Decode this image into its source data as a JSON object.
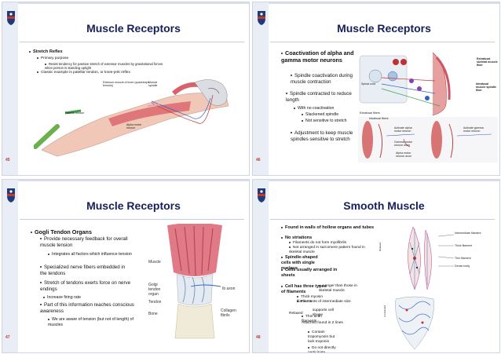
{
  "slides": [
    {
      "number": "45",
      "title": "Muscle Receptors",
      "bullets": [
        "Stretch Reflex",
        "Primary purpose",
        "Resist tendency for passive stretch of extensor muscles by gravitational forces when person is standing upright",
        "Classic example is patellar tendon, or knee-jerk reflex"
      ],
      "figure_labels": [
        "Extensor muscle of knee (quadriceps femoris)",
        "Muscle spindle",
        "Patellar tendon",
        "Alpha motor neuron"
      ]
    },
    {
      "number": "46",
      "title": "Muscle Receptors",
      "bullets": [
        "Coactivation of alpha and gamma motor neurons",
        "Spindle coactivation during muscle contraction",
        "Spindle contracted to reduce length",
        "With no coactivation",
        "Slackened spindle",
        "Not sensitive to stretch",
        "Adjustment to keep muscle spindles sensitive to stretch"
      ],
      "figure_labels": [
        "Extrafusal skeletal muscle fiber",
        "Intrafusal muscle spindle fiber",
        "Spinal cord",
        "Extrafusal fibers",
        "Intrafusal fibers",
        "Activate alpha motor neuron",
        "Activate gamma motor neuron",
        "Gamma motor neuron axon",
        "Alpha motor neuron axon"
      ]
    },
    {
      "number": "47",
      "title": "Muscle Receptors",
      "bullets": [
        "Gogli Tendon Organs",
        "Provide necessary feedback for overall muscle tension",
        "Integrates all factors which influence tension",
        "Specialized nerve fibers embedded in the tendons",
        "Stretch of tendons exerts force on nerve endings",
        "Increase firing rate",
        "Part of this information reaches conscious awareness",
        "We are aware of tension (but not of length) of muscles"
      ],
      "figure_labels": [
        "Muscle",
        "Golgi tendon organ",
        "Ib axon",
        "Tendon",
        "Collagen fibrils",
        "Bone"
      ]
    },
    {
      "number": "48",
      "title": "Smooth Muscle",
      "bullets": [
        "Found in walls of hollow organs and tubes",
        "No striations",
        "Filaments do not form myofibrils",
        "Not arranged in sarcomere pattern found in skeletal muscle",
        "Spindle-shaped cells with single nucleus",
        "Cells usually arranged in sheets",
        "Cell has three types of filaments",
        "Thick myosin filaments",
        "Longer than those in skeletal muscle",
        "Thin actin filaments",
        "Contain tropomyosin but lack troponin",
        "Filaments of intermediate size",
        "Do not directly participate",
        "Relaxed",
        "supports cell shape",
        "Attached found in Z lines"
      ],
      "figure_labels": [
        "Intermediate filament",
        "Thick filament",
        "Thin filament",
        "Dense body",
        "Contracted"
      ]
    }
  ]
}
